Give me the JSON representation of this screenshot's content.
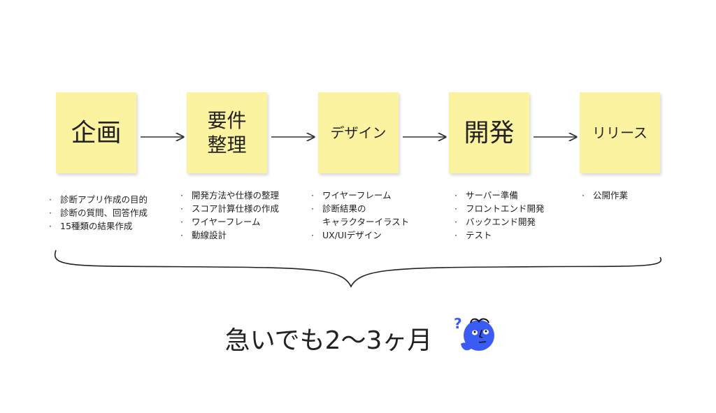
{
  "steps": [
    {
      "title": "企画",
      "items": [
        "診断アプリ作成の目的",
        "診断の質問、回答作成",
        "15種類の結果作成"
      ]
    },
    {
      "title": "要件\n整理",
      "items": [
        "開発方法や仕様の整理",
        "スコア計算仕様の作成",
        "ワイヤーフレーム",
        "動線設計"
      ]
    },
    {
      "title": "デザイン",
      "items": [
        "ワイヤーフレーム",
        "診断結果の\nキャラクターイラスト",
        "UX/UIデザイン"
      ]
    },
    {
      "title": "開発",
      "items": [
        "サーバー準備",
        "フロントエンド開発",
        "バックエンド開発",
        "テスト"
      ]
    },
    {
      "title": "リリース",
      "items": [
        "公開作業"
      ]
    }
  ],
  "summary": "急いでも2〜3ヶ月",
  "colors": {
    "note": "#fcf3a0",
    "face": "#3b5bf5"
  }
}
